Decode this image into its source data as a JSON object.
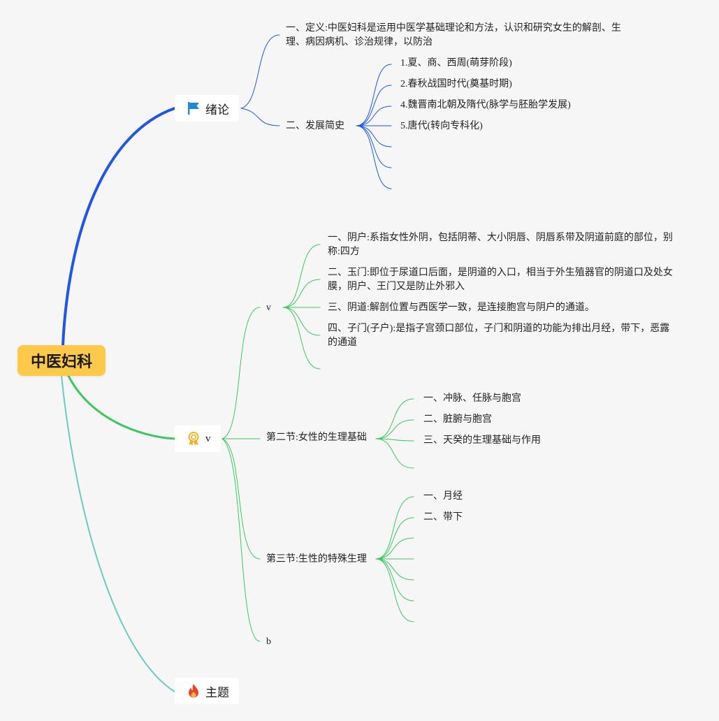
{
  "root": {
    "label": "中医妇科"
  },
  "colors": {
    "blue": "#1f56e8",
    "green": "#3cc760",
    "teal": "#6fc9be",
    "root_fill": "#fcc94a"
  },
  "branches": [
    {
      "label": "绪论",
      "icon": "flag-icon"
    },
    {
      "label": "v",
      "icon": "award-ribbon-icon"
    },
    {
      "label": "主题",
      "icon": "fire-icon"
    }
  ],
  "intro": {
    "definition": "一、定义:中医妇科是运用中医学基础理论和方法，认识和研究女生的解剖、生理、病因病机、诊治规律，以防治",
    "history": {
      "label": "二、发展简史",
      "items": [
        "1.夏、商、西周(萌芽阶段)",
        "2.春秋战国时代(奠基时期)",
        "4.魏晋南北朝及隋代(脉学与胚胎学发展)",
        "5.唐代(转向专科化)"
      ]
    }
  },
  "sections": {
    "anatomy": {
      "label": "v",
      "items": [
        "一、阴户:系指女性外阴，包括阴蒂、大小阴唇、阴唇系带及阴道前庭的部位，别称:四方",
        "二、玉门:即位于尿道口后面，是阴道的入口，相当于外生殖器官的阴道口及处女膜，阴户、王门又是防止外邪入",
        "三、阴道:解剖位置与西医学一致，是连接胞宫与阴户的通道。",
        "四、子门(子户):是指子宫颈口部位，子门和阴道的功能为排出月经，带下，恶露的通道"
      ]
    },
    "physiology": {
      "label": "第二节:女性的生理基础",
      "items": [
        "一、冲脉、任脉与胞宫",
        "二、脏腑与胞宫",
        "三、天癸的生理基础与作用"
      ]
    },
    "special": {
      "label": "第三节:生性的特殊生理",
      "items": [
        "一、月经",
        "二、带下"
      ]
    },
    "b": {
      "label": "b"
    }
  }
}
